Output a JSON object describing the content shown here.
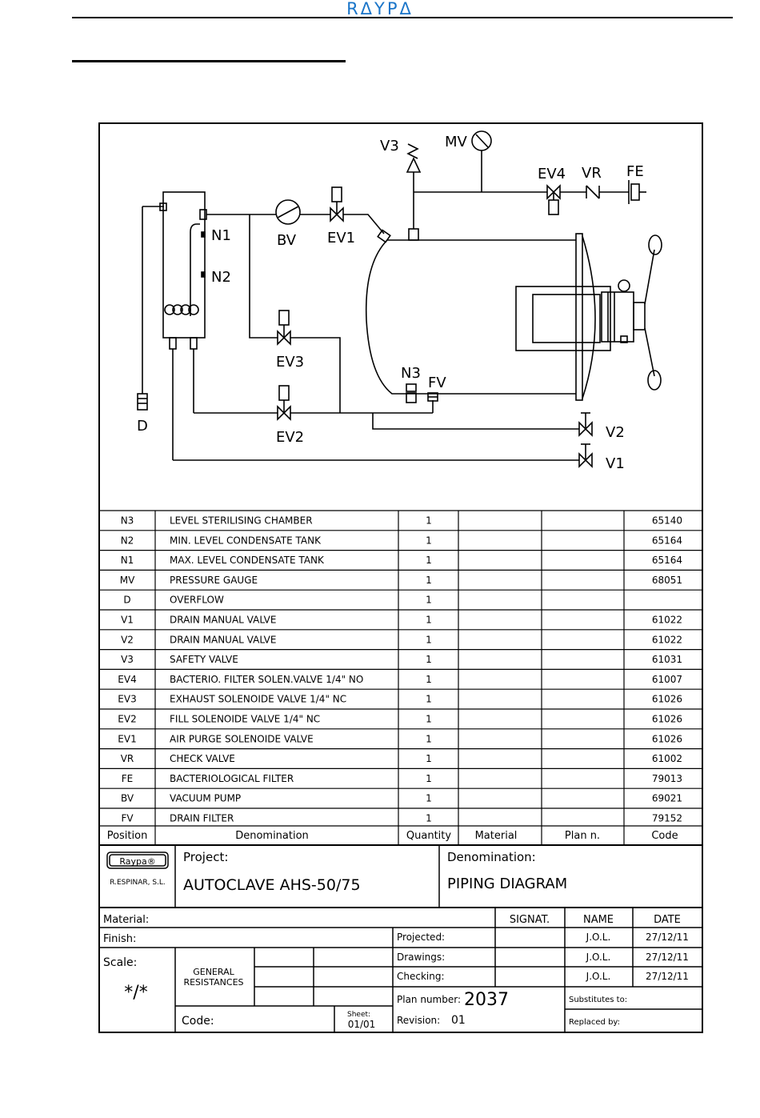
{
  "brand": {
    "logo_text": "RΔYPΔ",
    "logo_color": "#1a75c9"
  },
  "diagram": {
    "labels": {
      "v3": "V3",
      "mv": "MV",
      "ev4": "EV4",
      "vr": "VR",
      "fe": "FE",
      "n1": "N1",
      "n2": "N2",
      "bv": "BV",
      "ev1": "EV1",
      "ev3": "EV3",
      "ev2": "EV2",
      "n3": "N3",
      "fv": "FV",
      "d": "D",
      "v2": "V2",
      "v1": "V1"
    }
  },
  "parts_table": {
    "headers": [
      "Position",
      "Denomination",
      "Quantity",
      "Material",
      "Plan n.",
      "Code"
    ],
    "rows": [
      [
        "N3",
        "LEVEL STERILISING CHAMBER",
        "1",
        "",
        "",
        "65140"
      ],
      [
        "N2",
        "MIN. LEVEL CONDENSATE TANK",
        "1",
        "",
        "",
        "65164"
      ],
      [
        "N1",
        "MAX. LEVEL CONDENSATE TANK",
        "1",
        "",
        "",
        "65164"
      ],
      [
        "MV",
        "PRESSURE GAUGE",
        "1",
        "",
        "",
        "68051"
      ],
      [
        "D",
        "OVERFLOW",
        "1",
        "",
        "",
        ""
      ],
      [
        "V1",
        "DRAIN MANUAL VALVE",
        "1",
        "",
        "",
        "61022"
      ],
      [
        "V2",
        "DRAIN MANUAL VALVE",
        "1",
        "",
        "",
        "61022"
      ],
      [
        "V3",
        "SAFETY VALVE",
        "1",
        "",
        "",
        "61031"
      ],
      [
        "EV4",
        "BACTERIO. FILTER SOLEN.VALVE 1/4\" NO",
        "1",
        "",
        "",
        "61007"
      ],
      [
        "EV3",
        "EXHAUST SOLENOIDE VALVE 1/4\" NC",
        "1",
        "",
        "",
        "61026"
      ],
      [
        "EV2",
        "FILL SOLENOIDE VALVE 1/4\" NC",
        "1",
        "",
        "",
        "61026"
      ],
      [
        "EV1",
        "AIR PURGE SOLENOIDE VALVE",
        "1",
        "",
        "",
        "61026"
      ],
      [
        "VR",
        "CHECK VALVE",
        "1",
        "",
        "",
        "61002"
      ],
      [
        "FE",
        "BACTERIOLOGICAL FILTER",
        "1",
        "",
        "",
        "79013"
      ],
      [
        "BV",
        "VACUUM PUMP",
        "1",
        "",
        "",
        "69021"
      ],
      [
        "FV",
        "DRAIN FILTER",
        "1",
        "",
        "",
        "79152"
      ]
    ]
  },
  "title_block": {
    "company_logo": "Raypa®",
    "company_name": "R.ESPINAR, S.L.",
    "project_label": "Project:",
    "project_value": "AUTOCLAVE AHS-50/75",
    "denomination_label": "Denomination:",
    "denomination_value": "PIPING DIAGRAM",
    "material_label": "Material:",
    "signat_label": "SIGNAT.",
    "name_label": "NAME",
    "date_label": "DATE",
    "finish_label": "Finish:",
    "projected_label": "Projected:",
    "drawings_label": "Drawings:",
    "checking_label": "Checking:",
    "name_projected": "J.O.L.",
    "name_drawings": "J.O.L.",
    "name_checking": "J.O.L.",
    "date_projected": "27/12/11",
    "date_drawings": "27/12/11",
    "date_checking": "27/12/11",
    "scale_label": "Scale:",
    "scale_value": "*/*",
    "general_line1": "GENERAL",
    "general_line2": "RESISTANCES",
    "code_label": "Code:",
    "sheet_label": "Sheet:",
    "sheet_value": "01/01",
    "plan_number_label": "Plan number:",
    "plan_number_value": "2037",
    "revision_label": "Revision:",
    "revision_value": "01",
    "substitutes_label": "Substitutes to:",
    "replaced_label": "Replaced by:"
  }
}
